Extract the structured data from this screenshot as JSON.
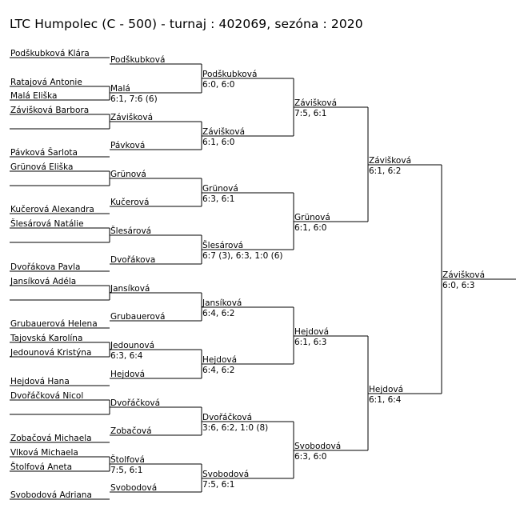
{
  "title": "LTC Humpolec (C - 500) - turnaj : 402069, sezóna : 2020",
  "rounds": [
    {
      "round": 1,
      "slots": [
        {
          "name": "Podškubková Klára",
          "score": ""
        },
        {
          "name": "Ratajová Antonie",
          "score": ""
        },
        {
          "name": "Malá Eliška",
          "score": ""
        },
        {
          "name": "Závišková Barbora",
          "score": ""
        },
        {
          "name": "",
          "score": ""
        },
        {
          "name": "Pávková Šarlota",
          "score": ""
        },
        {
          "name": "Grünová Eliška",
          "score": ""
        },
        {
          "name": "",
          "score": ""
        },
        {
          "name": "Kučerová Alexandra",
          "score": ""
        },
        {
          "name": "Šlesárová Natálie",
          "score": ""
        },
        {
          "name": "",
          "score": ""
        },
        {
          "name": "Dvořákova Pavla",
          "score": ""
        },
        {
          "name": "Jansíková Adéla",
          "score": ""
        },
        {
          "name": "",
          "score": ""
        },
        {
          "name": "Grubauerová Helena",
          "score": ""
        },
        {
          "name": "Tajovská Karolína",
          "score": ""
        },
        {
          "name": "Jedounová Kristýna",
          "score": ""
        },
        {
          "name": "Hejdová Hana",
          "score": ""
        },
        {
          "name": "Dvořáčková Nicol",
          "score": ""
        },
        {
          "name": "",
          "score": ""
        },
        {
          "name": "Zobačová Michaela",
          "score": ""
        },
        {
          "name": "Vlková Michaela",
          "score": ""
        },
        {
          "name": "Štolfová Aneta",
          "score": ""
        },
        {
          "name": "Svobodová Adriana",
          "score": ""
        }
      ]
    },
    {
      "round": 2,
      "slots": [
        {
          "name": "Podškubková",
          "score": ""
        },
        {
          "name": "Malá",
          "score": "6:1, 7:6 (6)"
        },
        {
          "name": "Závišková",
          "score": ""
        },
        {
          "name": "Pávková",
          "score": ""
        },
        {
          "name": "Grünová",
          "score": ""
        },
        {
          "name": "Kučerová",
          "score": ""
        },
        {
          "name": "Šlesárová",
          "score": ""
        },
        {
          "name": "Dvořákova",
          "score": ""
        },
        {
          "name": "Jansíková",
          "score": ""
        },
        {
          "name": "Grubauerová",
          "score": ""
        },
        {
          "name": "Jedounová",
          "score": "6:3, 6:4"
        },
        {
          "name": "Hejdová",
          "score": ""
        },
        {
          "name": "Dvořáčková",
          "score": ""
        },
        {
          "name": "Zobačová",
          "score": ""
        },
        {
          "name": "Štolfová",
          "score": "7:5, 6:1"
        },
        {
          "name": "Svobodová",
          "score": ""
        }
      ]
    },
    {
      "round": 3,
      "slots": [
        {
          "name": "Podškubková",
          "score": "6:0, 6:0"
        },
        {
          "name": "Závišková",
          "score": "6:1, 6:0"
        },
        {
          "name": "Grünová",
          "score": "6:3, 6:1"
        },
        {
          "name": "Šlesárová",
          "score": "6:7 (3), 6:3, 1:0 (6)"
        },
        {
          "name": "Jansíková",
          "score": "6:4, 6:2"
        },
        {
          "name": "Hejdová",
          "score": "6:4, 6:2"
        },
        {
          "name": "Dvořáčková",
          "score": "3:6, 6:2, 1:0 (8)"
        },
        {
          "name": "Svobodová",
          "score": "7:5, 6:1"
        }
      ]
    },
    {
      "round": 4,
      "slots": [
        {
          "name": "Závišková",
          "score": "7:5, 6:1"
        },
        {
          "name": "Grünová",
          "score": "6:1, 6:0"
        },
        {
          "name": "Hejdová",
          "score": "6:1, 6:3"
        },
        {
          "name": "Svobodová",
          "score": "6:3, 6:0"
        }
      ]
    },
    {
      "round": 5,
      "slots": [
        {
          "name": "Závišková",
          "score": "6:1, 6:2"
        },
        {
          "name": "Hejdová",
          "score": "6:1, 6:4"
        }
      ]
    },
    {
      "round": 6,
      "slots": [
        {
          "name": "Závišková",
          "score": "6:0, 6:3"
        }
      ]
    }
  ]
}
